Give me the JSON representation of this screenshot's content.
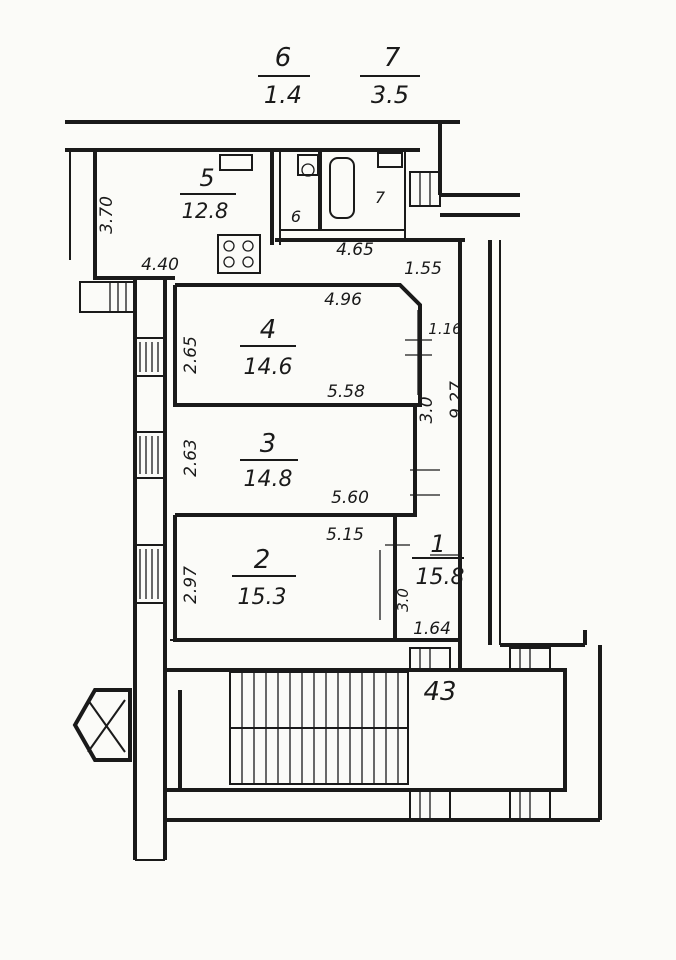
{
  "rooms": [
    {
      "id": "6",
      "area": "1.4"
    },
    {
      "id": "7",
      "area": "3.5"
    },
    {
      "id": "5",
      "area": "12.8"
    },
    {
      "id": "4",
      "area": "14.6"
    },
    {
      "id": "3",
      "area": "14.8"
    },
    {
      "id": "2",
      "area": "15.3"
    },
    {
      "id": "1",
      "area": "15.8"
    }
  ],
  "small_labels": {
    "six": "6",
    "seven": "7"
  },
  "dimensions": {
    "d_3_70": "3.70",
    "d_4_40": "4.40",
    "d_4_65": "4.65",
    "d_1_55": "1.55",
    "d_4_96": "4.96",
    "d_1_16": "1.16",
    "d_2_65": "2.65",
    "d_5_58": "5.58",
    "d_3_0": "3.0",
    "d_9_27": "9.27",
    "d_2_63": "2.63",
    "d_5_60": "5.60",
    "d_5_15": "5.15",
    "d_2_97": "2.97",
    "d_3_0b": "3.0",
    "d_1_64": "1.64"
  },
  "stair_number": "43",
  "colors": {
    "ink": "#1a1a1a",
    "paper": "#fbfbf8"
  }
}
